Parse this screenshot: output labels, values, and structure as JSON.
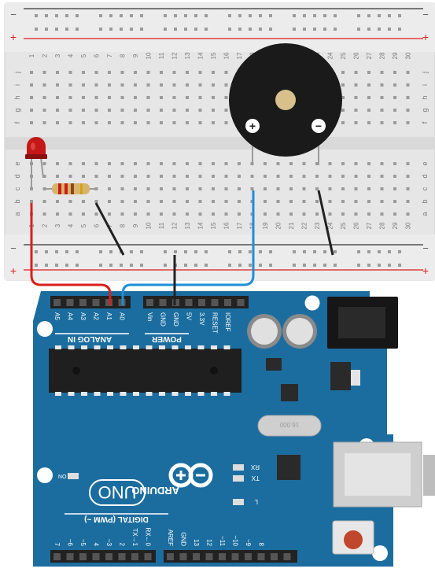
{
  "breadboard": {
    "rail_plus": "+",
    "rail_minus": "−",
    "row_labels_top": [
      "j",
      "i",
      "h",
      "g",
      "f"
    ],
    "row_labels_bottom": [
      "e",
      "d",
      "c",
      "b",
      "a"
    ],
    "column_numbers": [
      "1",
      "2",
      "3",
      "4",
      "5",
      "6",
      "7",
      "8",
      "9",
      "10",
      "11",
      "12",
      "13",
      "14",
      "15",
      "16",
      "17",
      "18",
      "19",
      "20",
      "21",
      "22",
      "23",
      "24",
      "25",
      "26",
      "27",
      "28",
      "29",
      "30"
    ]
  },
  "buzzer": {
    "plus": "+",
    "minus": "−"
  },
  "arduino": {
    "logo": "ARDUINO",
    "model": "UNO",
    "analog_header": "ANALOG IN",
    "analog_pins": [
      "A5",
      "A4",
      "A3",
      "A2",
      "A1",
      "A0"
    ],
    "power_header": "POWER",
    "power_pins": [
      "Vin",
      "GND",
      "GND",
      "5V",
      "3.3V",
      "RESET",
      "IOREF"
    ],
    "digital_header": "DIGITAL (PWM ~)",
    "digital_pins_left": [
      "7",
      "~6",
      "~5",
      "4",
      "~3",
      "2",
      "TX→1",
      "RX←0"
    ],
    "digital_pins_right": [
      "AREF",
      "GND",
      "13",
      "12",
      "~11",
      "~10",
      "~9",
      "8"
    ],
    "led_labels": {
      "on": "ON",
      "rx": "RX",
      "tx": "TX",
      "l": "L"
    },
    "crystal": "16.000"
  },
  "colors": {
    "board_blue": "#1c6d9f",
    "wire_red": "#d8201c",
    "wire_blue": "#1e8fd6",
    "wire_black": "#222222",
    "rail_red": "#d8201c"
  }
}
